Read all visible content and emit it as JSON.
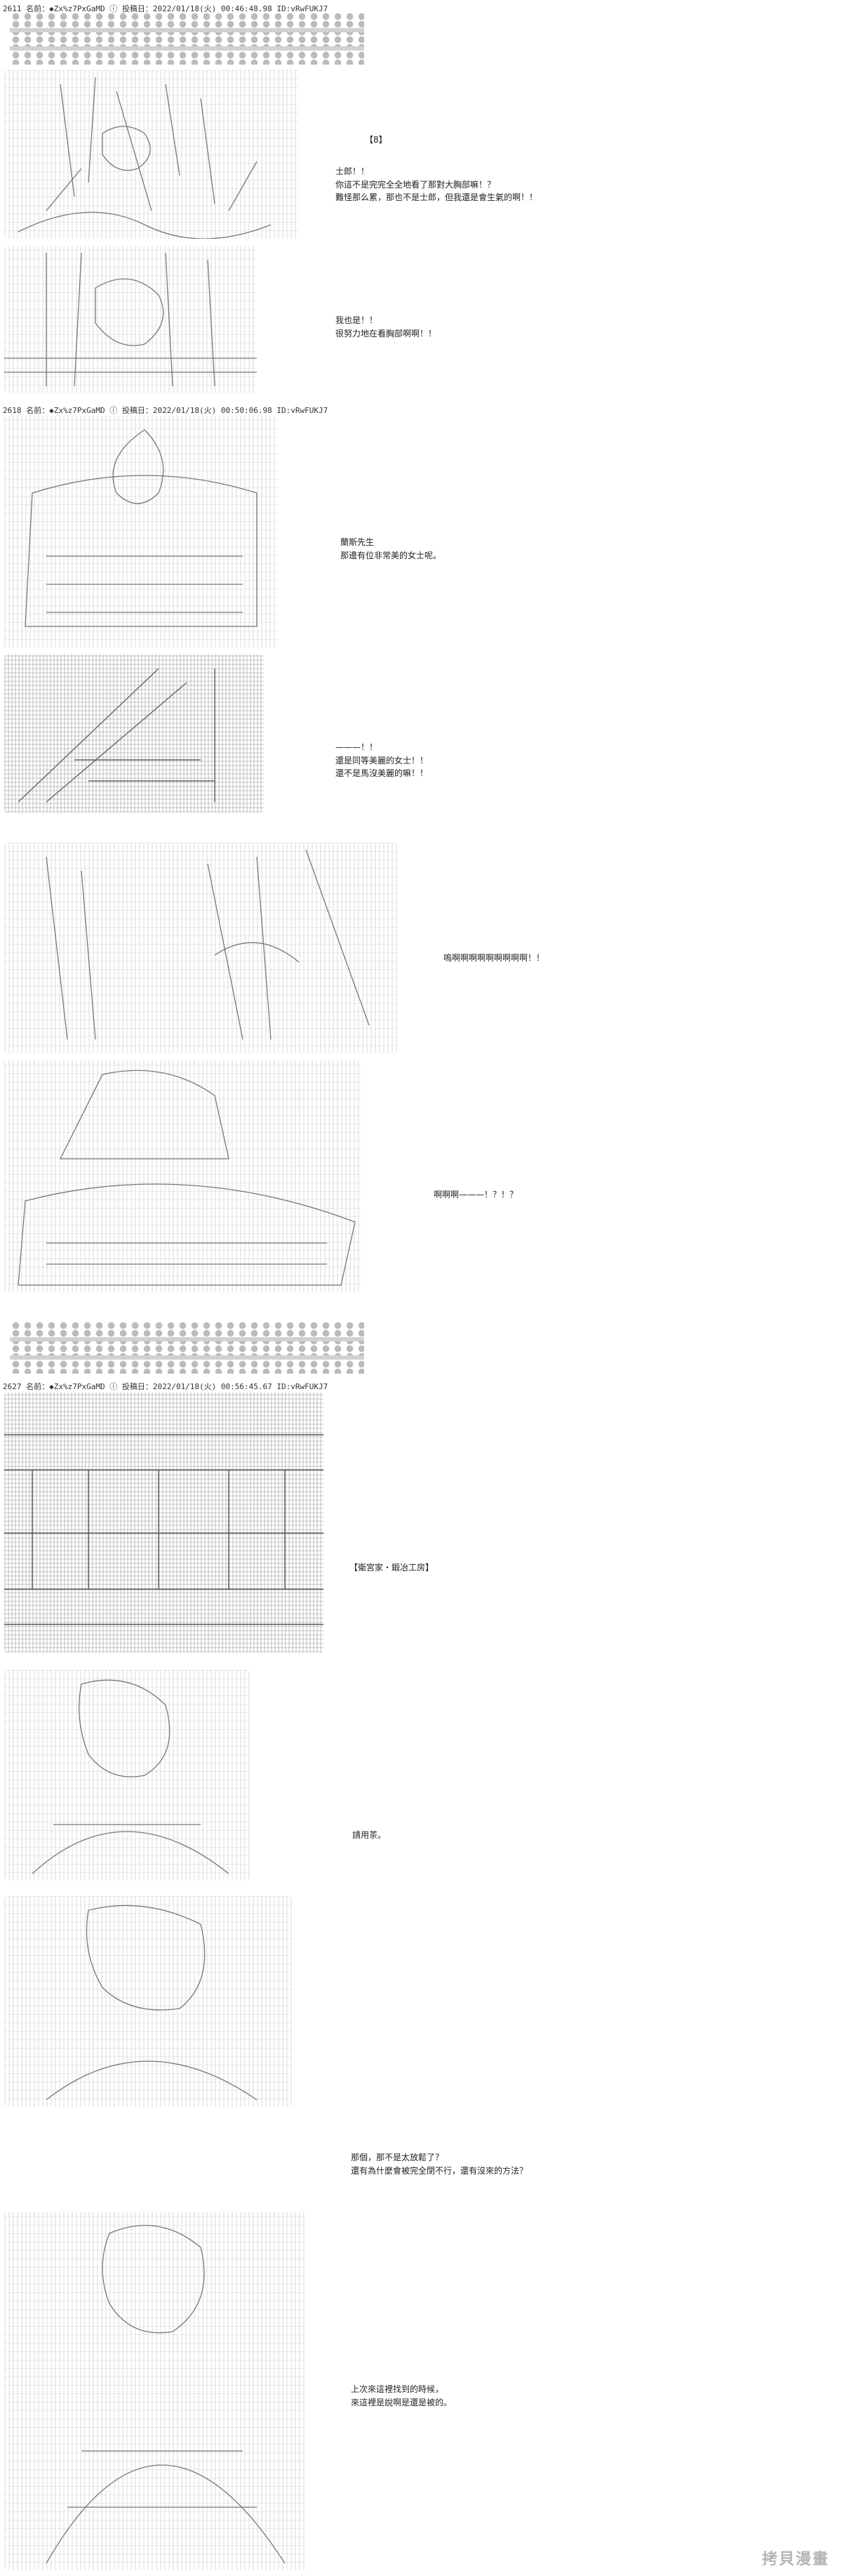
{
  "posts": [
    {
      "header": "2611 名前：◆Zx%z7PxGaMD ⓘ 投稿日：2022/01/18(火) 00:46:48.98 ID:vRwFUKJ7"
    },
    {
      "header": "2618 名前：◆Zx%z7PxGaMD ⓘ 投稿日：2022/01/18(火) 00:50:06.98 ID:vRwFUKJ7"
    },
    {
      "header": "2627 名前：◆Zx%z7PxGaMD ⓘ 投稿日：2022/01/18(火) 00:56:45.67 ID:vRwFUKJ7"
    }
  ],
  "dialogues": [
    {
      "lines": [
        "【8】"
      ]
    },
    {
      "lines": [
        "士郎！！",
        "你這不是完完全全地看了那對大胸部嘛！？",
        "難怪那么累，那也不是士郎，但我還是會生氣的啊！！"
      ]
    },
    {
      "lines": [
        "我也是！！",
        "很努力地在看胸部啊啊！！"
      ]
    },
    {
      "lines": [
        "蘭斯先生",
        "那邊有位非常美的女士呢。"
      ]
    },
    {
      "lines": [
        "———！！",
        "還是同等美麗的女士！！",
        "還不是馬沒美麗的嘛！！"
      ]
    },
    {
      "lines": [
        "嗚啊啊啊啊啊啊啊啊啊！！"
      ]
    },
    {
      "lines": [
        "啊啊啊———！？！？"
      ]
    },
    {
      "lines": [
        "【衛宮家・鍛冶工房】"
      ]
    },
    {
      "lines": [
        "請用茶。"
      ]
    },
    {
      "lines": [
        "那個，那不是太放鬆了？",
        "還有為什麼會被完全閉不行，還有沒來的方法？"
      ]
    },
    {
      "lines": [
        "上次來這裡找到的時候，",
        "來這裡是說啊是還是被的。"
      ]
    }
  ],
  "watermark": "拷貝漫畫"
}
